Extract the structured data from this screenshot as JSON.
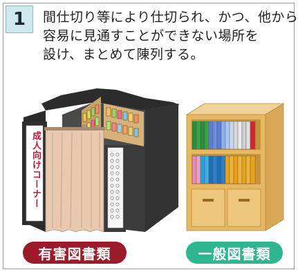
{
  "step": {
    "number": "1",
    "lines": [
      "間仕切り等により仕切られ、かつ、他から",
      "容易に見通すことができない場所を",
      "設け、まとめて陳列する。"
    ]
  },
  "booth": {
    "sign_text": "成人向けコーナー"
  },
  "labels": {
    "harmful": "有害図書類",
    "general": "一般図書類"
  },
  "colors": {
    "badge_bg": "#cfe8ee",
    "harmful_label": "#9b1b2a",
    "general_label": "#2fb590",
    "booth_wall": "#3a3a3a",
    "curtain": "#e7c9b1",
    "shelf_wood": "#e6b864"
  }
}
